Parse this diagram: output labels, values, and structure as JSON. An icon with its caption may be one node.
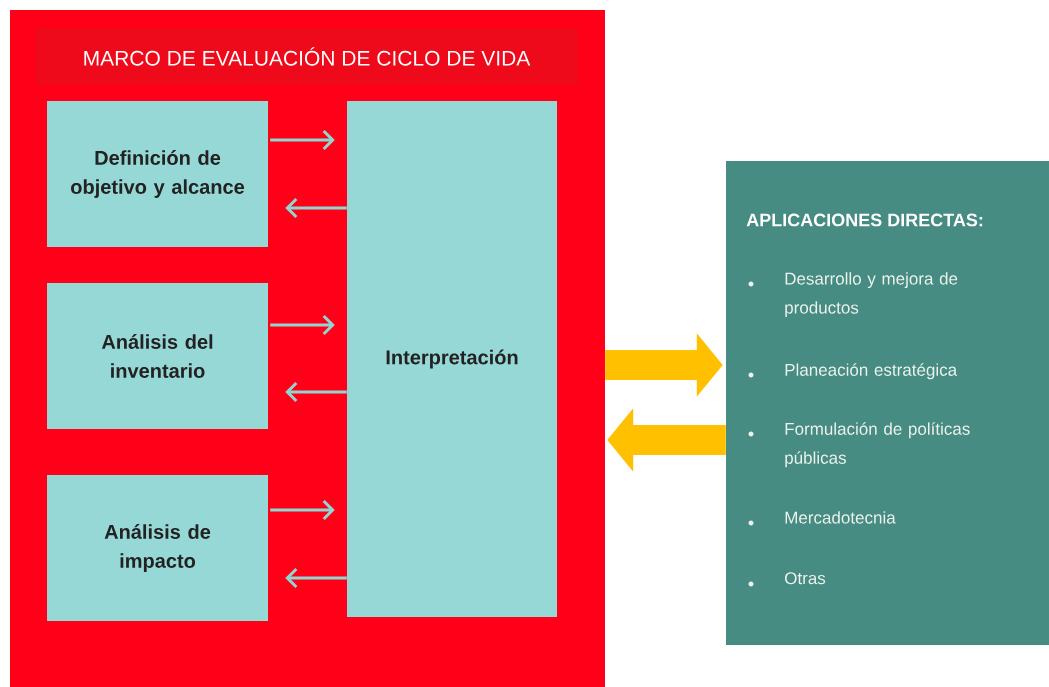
{
  "diagram": {
    "nodes": [
      {
        "text": [
          "MARCO DE EVALUACIÓN DE CICLO DE VIDA"
        ]
      },
      {
        "text": [
          "Definición de objetivo y alcance"
        ],
        "in": 0
      },
      {
        "text": [
          "Análisis del inventario"
        ],
        "in": 0
      },
      {
        "text": [
          "Análisis de impacto"
        ],
        "in": 0
      },
      {
        "text": [
          "Interpretación"
        ],
        "in": 0
      },
      {
        "text": [
          "APLICACIONES DIRECTAS:",
          "Desarrollo y mejora de productos",
          "Planeación estratégica",
          "Formulación de políticas públicas",
          "Mercadotecnia",
          "Otras"
        ]
      }
    ],
    "edges": [
      {
        "from": 1,
        "to": 4,
        "arrow": "to"
      },
      {
        "from": 4,
        "to": 1,
        "arrow": "to"
      },
      {
        "from": 2,
        "to": 4,
        "arrow": "to"
      },
      {
        "from": 4,
        "to": 2,
        "arrow": "to"
      },
      {
        "from": 3,
        "to": 4,
        "arrow": "to"
      },
      {
        "from": 4,
        "to": 3,
        "arrow": "to"
      },
      {
        "from": 0,
        "to": 5,
        "arrow": "to",
        "style": "thick",
        "color": "#ffc000"
      },
      {
        "from": 5,
        "to": 0,
        "arrow": "to",
        "style": "thick",
        "color": "#ffc000"
      }
    ]
  }
}
